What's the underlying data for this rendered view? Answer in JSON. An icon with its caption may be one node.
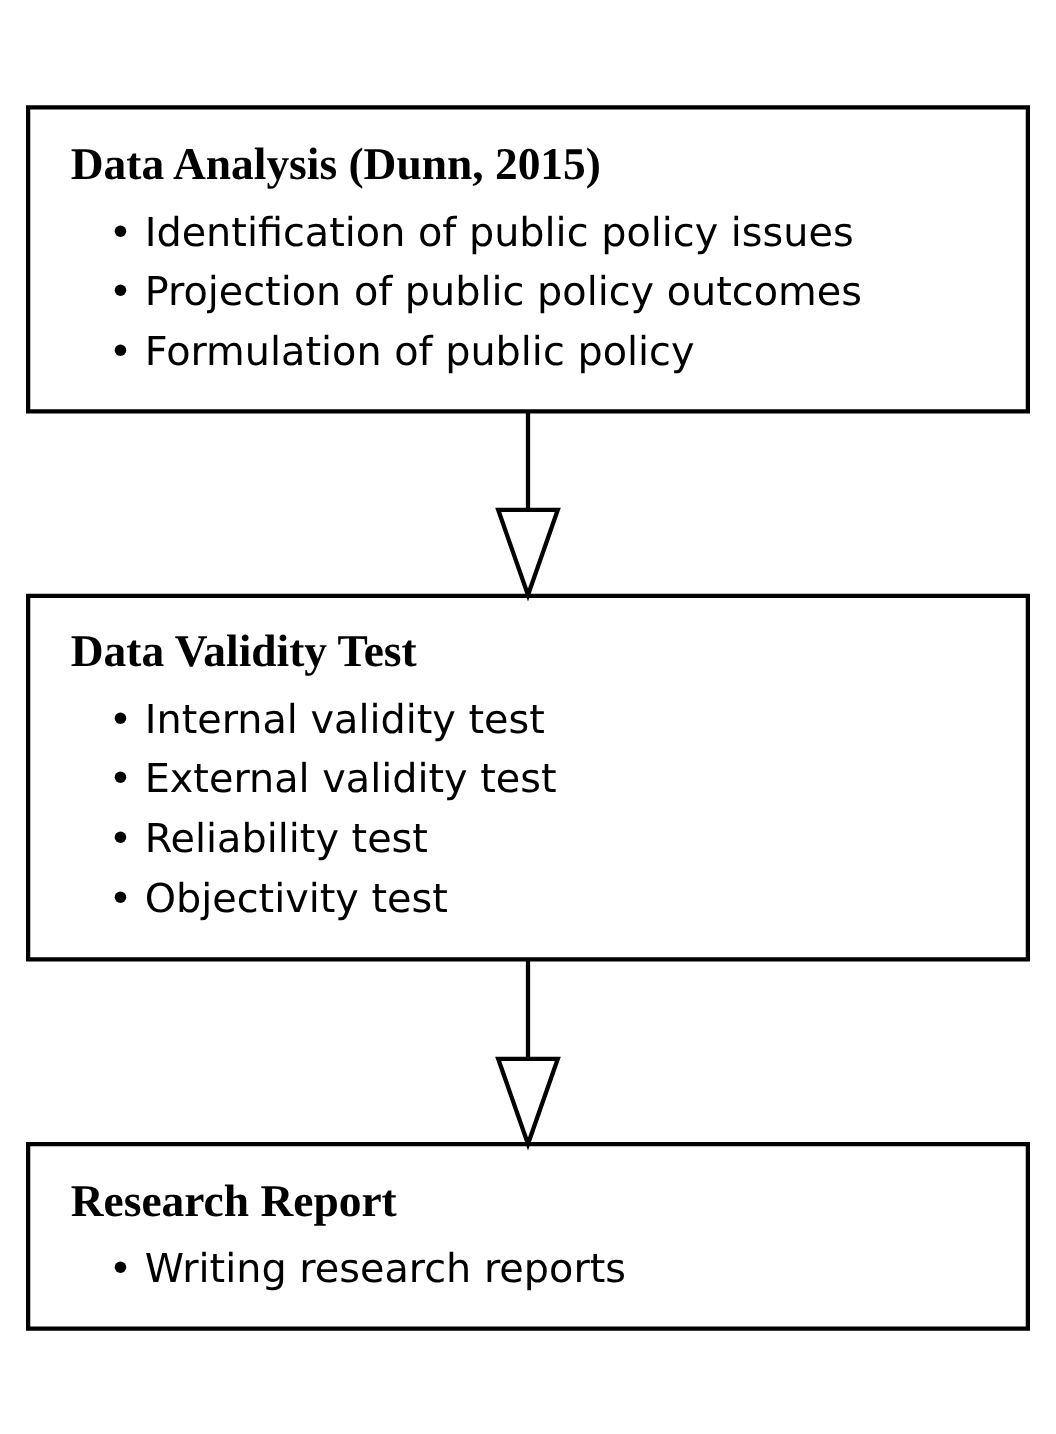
{
  "diagram": {
    "nodes": [
      {
        "text": [
          "Data Analysis (Dunn, 2015)",
          "• Identification of public policy issues",
          "• Projection of public policy outcomes",
          "• Formulation of public policy"
        ]
      },
      {
        "text": [
          "Data Validity Test",
          "• Internal validity test",
          "• External validity test",
          "• Reliability test",
          "• Objectivity test"
        ]
      },
      {
        "text": [
          "Research Report",
          "• Writing research reports"
        ]
      }
    ],
    "edges": [
      {
        "from": 0,
        "to": 1,
        "arrow": "to"
      },
      {
        "from": 1,
        "to": 2,
        "arrow": "to"
      }
    ]
  }
}
